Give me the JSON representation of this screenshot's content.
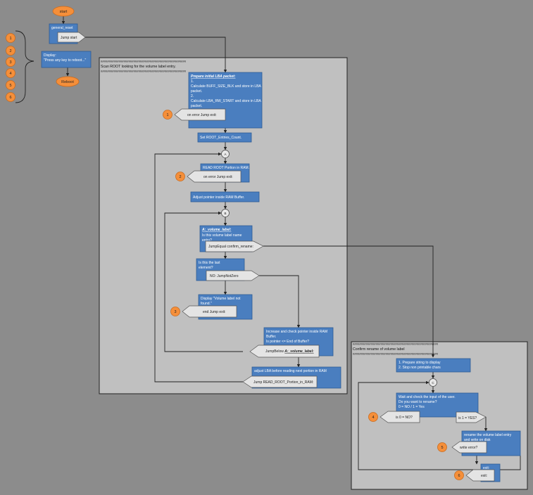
{
  "oval": {
    "start": "start",
    "reboot": "Reboot"
  },
  "general_reset": {
    "label": "general_reset",
    "jump": "Jump start"
  },
  "display_reboot": {
    "title": "Display:",
    "text": "\"Press any key to reboot...\""
  },
  "left_markers": [
    "1",
    "2",
    "3",
    "4",
    "5",
    "6"
  ],
  "main_panel": {
    "hash1": "####################################################",
    "title": "Scan ROOT looking for the volume label entry.",
    "hash2": "####################################################"
  },
  "lba_packet": {
    "title": "Prepare initial LBA packet:",
    "l1": "1.",
    "l2": "Calculate BUFF_SIZE_BLK and store in LBA",
    "l3": "packet.",
    "l4": "2.",
    "l5": "Calculate LBA_RW_START and store in LBA",
    "l6": "packet.",
    "err": "on error Jump exit:",
    "marker": "1"
  },
  "set_root": "Set ROOT_Entries_Count.",
  "loop_a": "A",
  "read_root": {
    "text": "READ ROOT Portion in RAM.",
    "err": "on error Jump exit:",
    "marker": "2"
  },
  "adjust_ptr": "Adjust pointer inside RAM Buffer.",
  "loop_b": "B",
  "volume_check": {
    "title": "A:_volume_label:",
    "l1": "Is this volume label name",
    "l2": "entry?",
    "jump": "JumpEqual confirm_rename:"
  },
  "last_check": {
    "l1": "Is this the last",
    "l2": "element?",
    "jump": "NO: JumpNotZero"
  },
  "not_found": {
    "l1": "Display \"Volume label not",
    "l2": "found.\"",
    "jump": "end Jump exit:",
    "marker": "3"
  },
  "increase": {
    "l1": "Increase and check pointer inside RAM",
    "l2": "Buffer.",
    "l3": "Is pointer <= End of Buffer?",
    "jump_pre": "JumpBelow ",
    "jump_b": "A:_volume_label:"
  },
  "adjust_lba": {
    "text": "adjust LBA before reading next portion in RAM",
    "jump": "Jump READ_ROOT_Portion_in_RAM:"
  },
  "rename_panel": {
    "hash1": "####################################################",
    "title": "Confirm rename of volume label",
    "hash2": "####################################################"
  },
  "prepare": {
    "l1": "1. Prepare string to display",
    "l2": "2. Stop non printable chars"
  },
  "loop_c": "C",
  "wait_input": {
    "l1": "Wait and check the input of the user.",
    "l2": "Do you want to rename?",
    "l3": "0 = NO / 1 = Yes",
    "no": "is 0 = NO?",
    "yes": "is 1 = YES?",
    "marker": "4"
  },
  "rename_write": {
    "l1": "rename the volume label entry",
    "l2": "and write on disk",
    "err": "write error?",
    "marker": "5"
  },
  "exit": {
    "title": "exit:",
    "jump": "exit:",
    "marker": "6"
  },
  "colors": {
    "background": "#8c8c8c",
    "panel": "#c0c0c0",
    "box": "#4a7ebf",
    "box_border": "#2e5c94",
    "oval": "#f58f3a",
    "arrow_fill": "#e4e4e4"
  }
}
